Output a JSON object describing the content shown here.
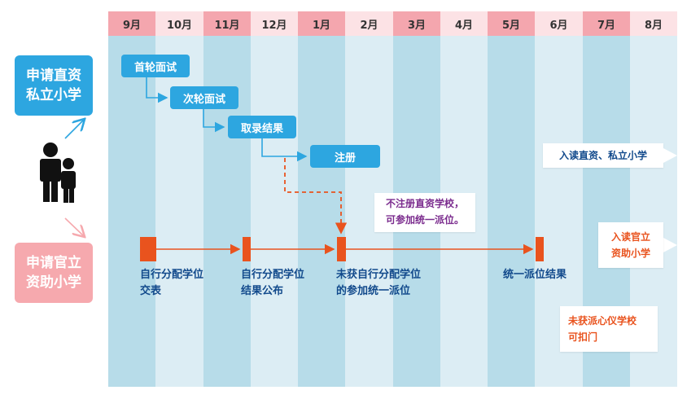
{
  "colors": {
    "header_dark": "#f4a6ae",
    "header_light": "#fce2e5",
    "col_dark": "#b7dce9",
    "col_light": "#dcedf4",
    "blue": "#2da6e0",
    "pink": "#f6a9ae",
    "orange": "#e9531e",
    "navy": "#124a8c",
    "purple": "#7b2c8e"
  },
  "months": [
    "9月",
    "10月",
    "11月",
    "12月",
    "1月",
    "2月",
    "3月",
    "4月",
    "5月",
    "6月",
    "7月",
    "8月"
  ],
  "left": {
    "direct_private": [
      "申请直资",
      "私立小学"
    ],
    "government_aided": [
      "申请官立",
      "资助小学"
    ],
    "parent_child_icon": "parent-child-icon"
  },
  "direct_track": {
    "steps": [
      "首轮面试",
      "次轮面试",
      "取录结果",
      "注册"
    ],
    "result": "入读直资、私立小学"
  },
  "note_not_registered": [
    "不注册直资学校，",
    "可参加统一派位。"
  ],
  "aided_track": {
    "milestones": [
      [
        "自行分配学位",
        "交表"
      ],
      [
        "自行分配学位",
        "结果公布"
      ],
      [
        "未获自行分配学位",
        "的参加统一派位"
      ],
      [
        "统一派位结果"
      ]
    ],
    "result": [
      "入读官立",
      "资助小学"
    ],
    "appeal": [
      "未获派心仪学校",
      "可扣门"
    ]
  }
}
